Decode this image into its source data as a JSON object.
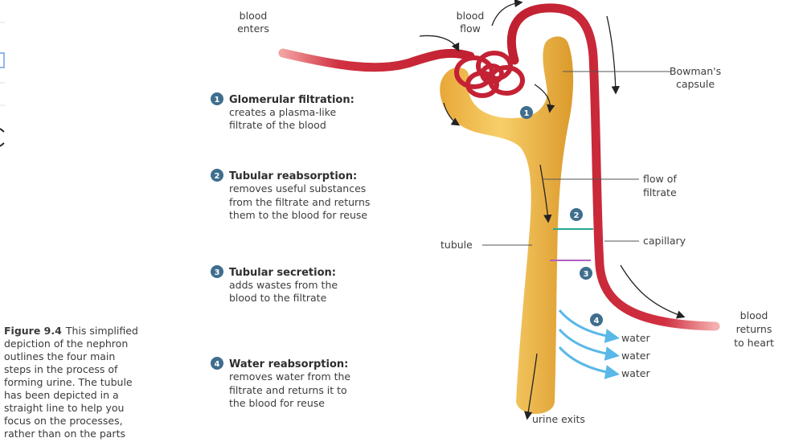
{
  "labels": {
    "blood_enters": [
      "blood",
      "enters"
    ],
    "blood_flow": [
      "blood",
      "flow"
    ],
    "bowmans_capsule": [
      "Bowman's",
      "capsule"
    ],
    "flow_of_filtrate": [
      "flow of",
      "filtrate"
    ],
    "tubule": "tubule",
    "capillary": "capillary",
    "blood_returns": [
      "blood",
      "returns",
      "to heart"
    ],
    "water": [
      "water",
      "water",
      "water"
    ],
    "urine_exits": "urine exits"
  },
  "steps": [
    {
      "number": "1",
      "title": "Glomerular filtration:",
      "lines": [
        "creates a plasma-like",
        "filtrate of the blood"
      ]
    },
    {
      "number": "2",
      "title": "Tubular reabsorption:",
      "lines": [
        "removes useful substances",
        "from the filtrate and returns",
        "them to the blood for reuse"
      ]
    },
    {
      "number": "3",
      "title": "Tubular secretion:",
      "lines": [
        "adds wastes from the",
        "blood to the filtrate"
      ]
    },
    {
      "number": "4",
      "title": "Water reabsorption:",
      "lines": [
        "removes water from the",
        "filtrate and returns it to",
        "the blood for reuse"
      ]
    }
  ],
  "caption": {
    "label": "Figure 9.4",
    "lines": [
      "This simplified",
      "depiction of the nephron",
      "outlines the four main",
      "steps in the process of",
      "forming urine. The tubule",
      "has been depicted in a",
      "straight line to help you",
      "focus on the processes,",
      "rather than on the parts"
    ]
  },
  "colors": {
    "blood_vessel": "#c8283a",
    "tubule": "#f0b84a",
    "step_circle": "#3f6e8e",
    "reabsorption_arrow": "#2aa890",
    "secretion_arrow": "#b060c0",
    "water_arrow": "#5ab8e8"
  }
}
